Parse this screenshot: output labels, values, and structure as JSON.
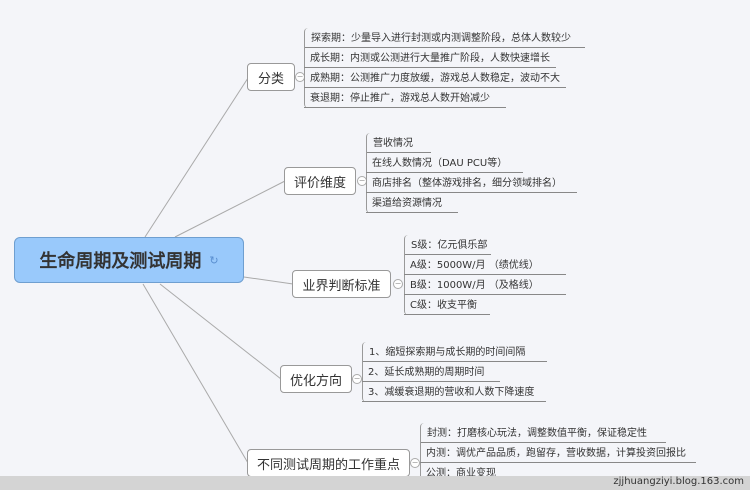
{
  "root": {
    "title": "生命周期及测试周期",
    "icon": "refresh-icon"
  },
  "branches": [
    {
      "label": "分类",
      "items": [
        "探索期：少量导入进行封测或内测调整阶段，总体人数较少",
        "成长期：内测或公测进行大量推广阶段，人数快速增长",
        "成熟期：公测推广力度放缓，游戏总人数稳定，波动不大",
        "衰退期：停止推广，游戏总人数开始减少"
      ]
    },
    {
      "label": "评价维度",
      "items": [
        "营收情况",
        "在线人数情况（DAU PCU等）",
        "商店排名（整体游戏排名，细分领域排名）",
        "渠道给资源情况"
      ]
    },
    {
      "label": "业界判断标准",
      "items": [
        "S级：亿元俱乐部",
        "A级：5000W/月 （绩优线）",
        "B级：1000W/月 （及格线）",
        "C级：收支平衡"
      ]
    },
    {
      "label": "优化方向",
      "items": [
        "1、缩短探索期与成长期的时间间隔",
        "2、延长成熟期的周期时间",
        "3、减缓衰退期的营收和人数下降速度"
      ]
    },
    {
      "label": "不同测试周期的工作重点",
      "items": [
        "封测：打磨核心玩法，调整数值平衡，保证稳定性",
        "内测：调优产品品质，跑留存，营收数据，计算投资回报比",
        "公测：商业变现"
      ]
    }
  ],
  "footer": {
    "watermark": "zjjhuangziyi.blog.163.com"
  }
}
